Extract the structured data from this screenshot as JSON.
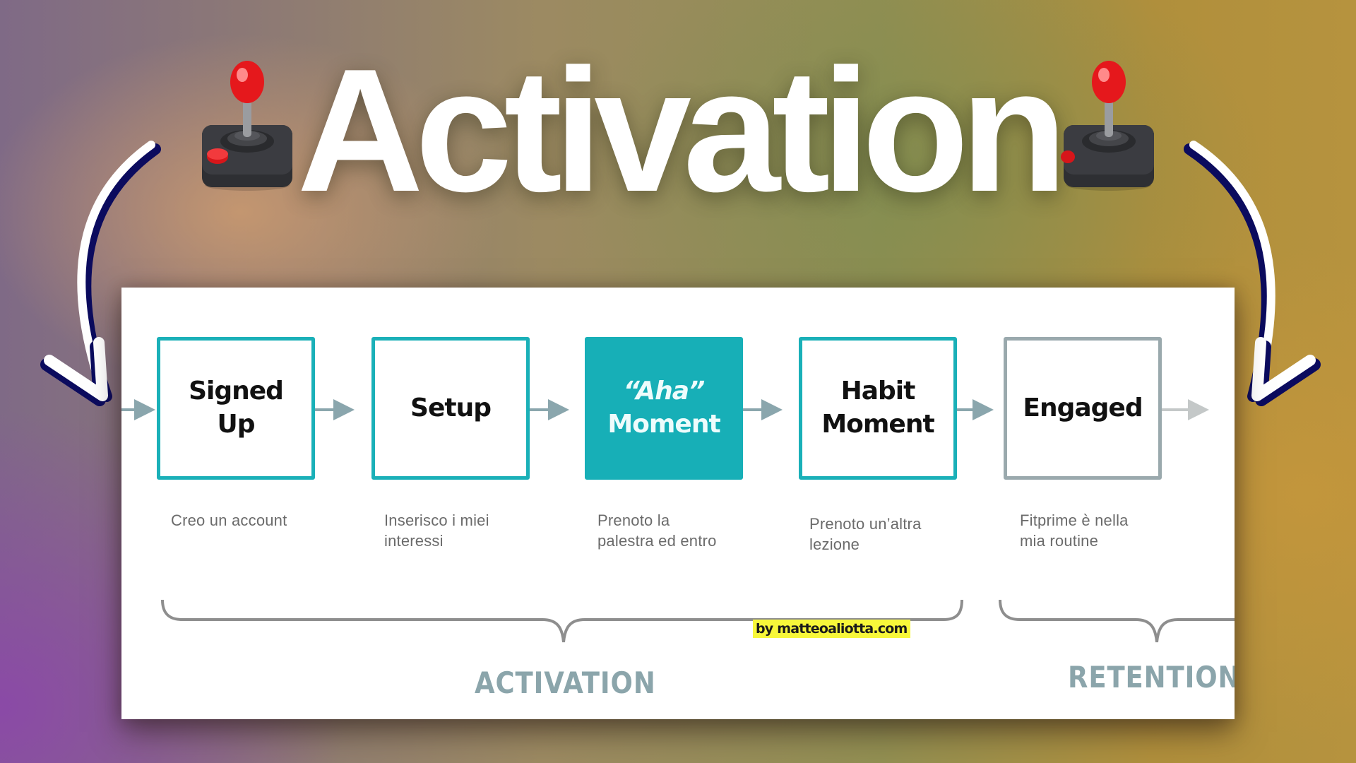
{
  "header": {
    "title": "Activation",
    "left_icon": "joystick-icon",
    "right_icon": "joystick-icon",
    "left_arrow_icon": "curved-arrow-down-icon",
    "right_arrow_icon": "curved-arrow-down-icon"
  },
  "colors": {
    "teal": "#17afb7",
    "grey_border": "#9aa9ad",
    "connector": "#8aa6ad",
    "label": "#8ba5ab",
    "watermark_highlight": "#f7f73a",
    "arrow_outline": "#0b0b5e"
  },
  "diagram": {
    "stages": [
      {
        "title_line1": "Signed",
        "title_line2": "Up",
        "description_line1": "Creo un account",
        "description_line2": ""
      },
      {
        "title_line1": "Setup",
        "title_line2": "",
        "description_line1": "Inserisco i miei",
        "description_line2": "interessi"
      },
      {
        "title_line1": "“Aha”",
        "title_line2": "Moment",
        "description_line1": "Prenoto la",
        "description_line2": "palestra ed entro"
      },
      {
        "title_line1": "Habit",
        "title_line2": "Moment",
        "description_line1": "Prenoto un’altra",
        "description_line2": "lezione"
      },
      {
        "title_line1": "Engaged",
        "title_line2": "",
        "description_line1": "Fitprime è nella",
        "description_line2": "mia routine"
      }
    ],
    "groups": [
      {
        "label": "ACTIVATION"
      },
      {
        "label": "RETENTION"
      }
    ],
    "watermark": "by matteoaliotta.com"
  }
}
